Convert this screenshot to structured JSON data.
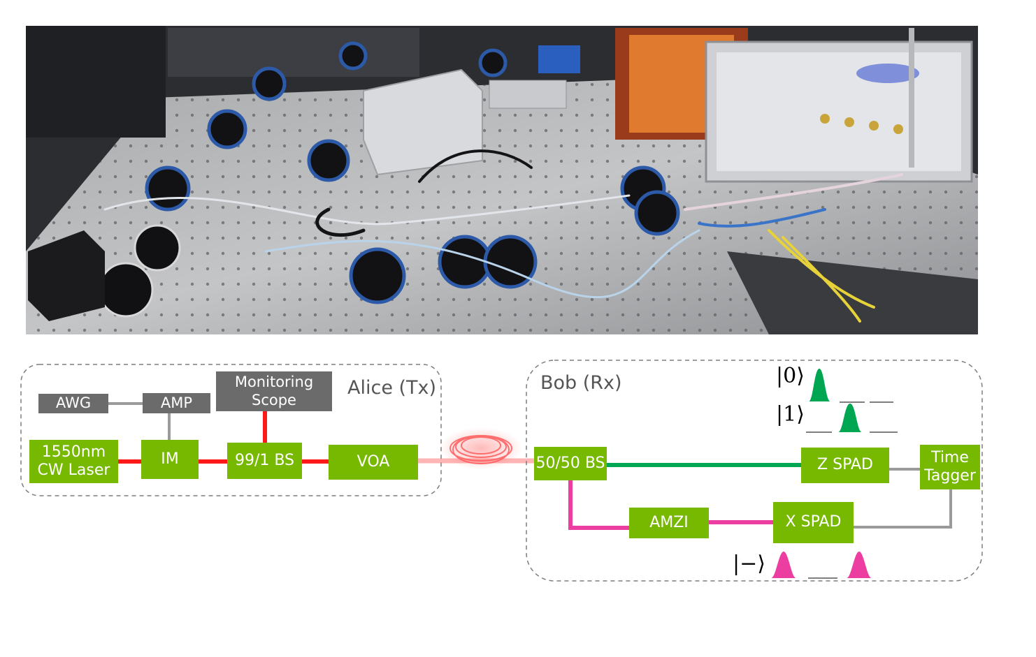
{
  "alice": {
    "label": "Alice (Tx)",
    "awg": "AWG",
    "amp": "AMP",
    "scope": "Monitoring Scope",
    "laser": "1550nm\nCW Laser",
    "im": "IM",
    "bs": "99/1 BS",
    "voa": "VOA"
  },
  "bob": {
    "label": "Bob (Rx)",
    "bs": "50/50 BS",
    "zspad": "Z SPAD",
    "tagger": "Time\nTagger",
    "amzi": "AMZI",
    "xspad": "X SPAD",
    "ket0": "|0⟩",
    "ket1": "|1⟩",
    "ketminus": "|−⟩"
  },
  "photo": {
    "content": "optical table with fiber components, spools and detectors"
  },
  "colors": {
    "block": "#76b900",
    "gray_block": "#6b6b6b",
    "laser_path": "#ff1a1a",
    "z_path": "#00a651",
    "x_path": "#ec3ea0",
    "electrical": "#9a9a9a"
  }
}
